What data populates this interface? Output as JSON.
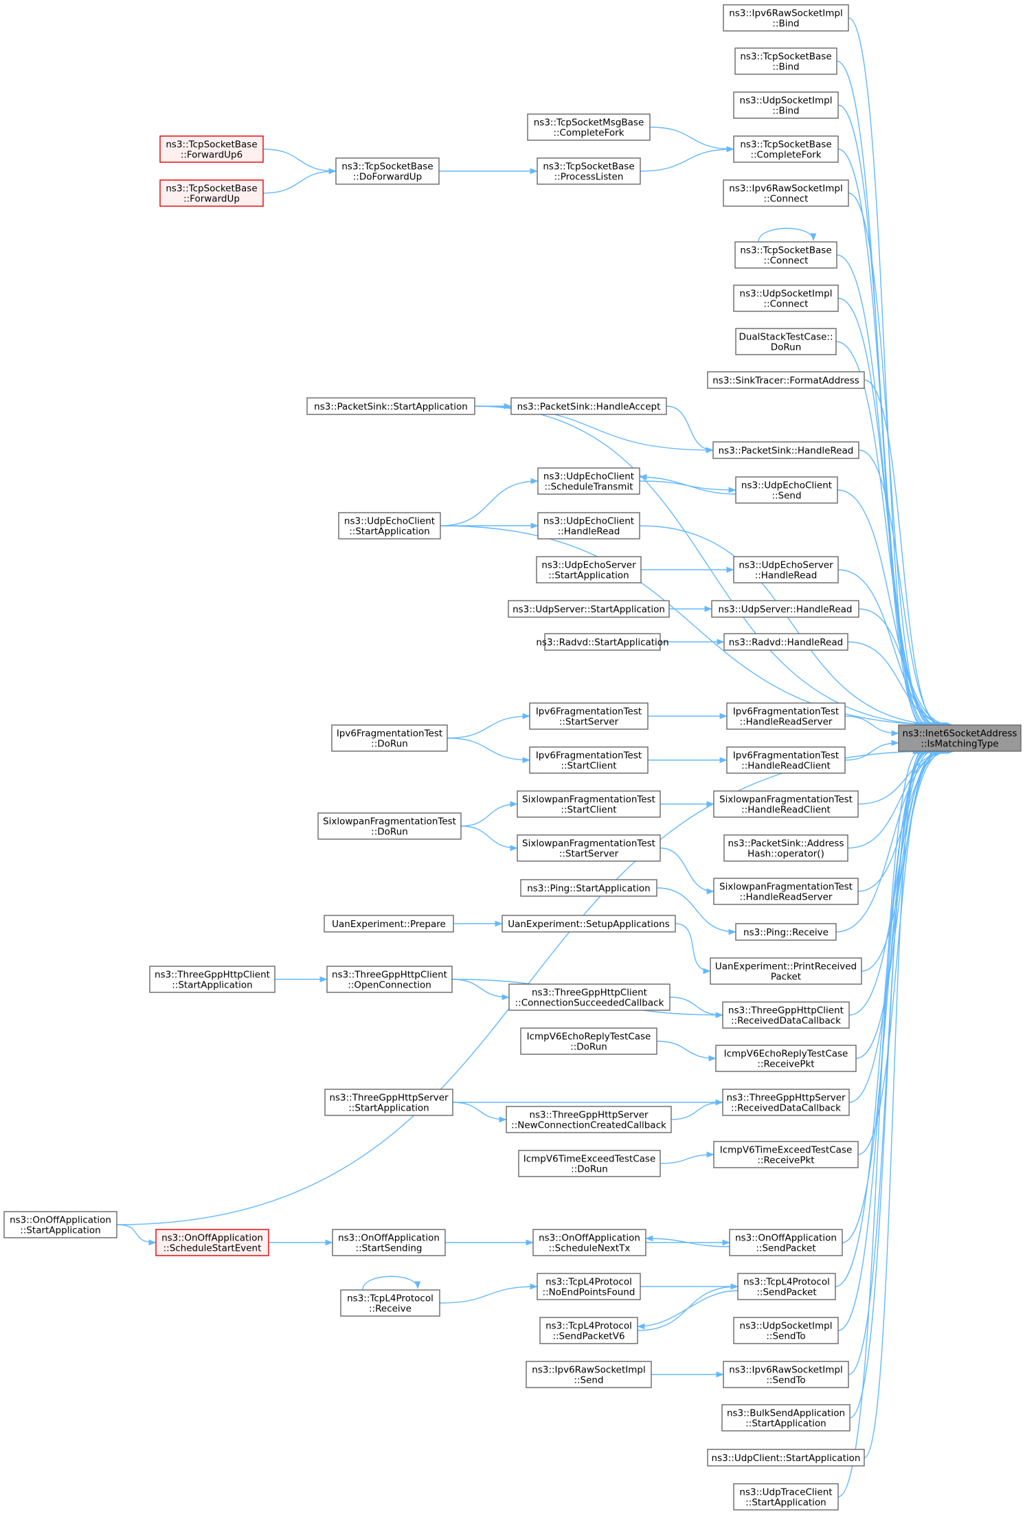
{
  "diagram": {
    "colors": {
      "edge": "#63b8ff",
      "node_border": "#666666",
      "node_fill": "#ffffff",
      "focus_fill": "#999999",
      "truncated_border": "#e00000",
      "truncated_fill": "#fff0f0"
    },
    "nodes": [
      {
        "id": "target",
        "lines": [
          "ns3::Inet6SocketAddress",
          "::IsMatchingType"
        ],
        "style": "focus"
      },
      {
        "id": "ipv6raw_bind",
        "lines": [
          "ns3::Ipv6RawSocketImpl",
          "::Bind"
        ],
        "style": "normal"
      },
      {
        "id": "tcpbase_bind",
        "lines": [
          "ns3::TcpSocketBase",
          "::Bind"
        ],
        "style": "normal"
      },
      {
        "id": "udpimpl_bind",
        "lines": [
          "ns3::UdpSocketImpl",
          "::Bind"
        ],
        "style": "normal"
      },
      {
        "id": "tcpbase_completefork",
        "lines": [
          "ns3::TcpSocketBase",
          "::CompleteFork"
        ],
        "style": "normal"
      },
      {
        "id": "tcpmsgbase_completefork",
        "lines": [
          "ns3::TcpSocketMsgBase",
          "::CompleteFork"
        ],
        "style": "normal"
      },
      {
        "id": "tcpbase_processlisten",
        "lines": [
          "ns3::TcpSocketBase",
          "::ProcessListen"
        ],
        "style": "normal"
      },
      {
        "id": "tcpbase_doforwardup",
        "lines": [
          "ns3::TcpSocketBase",
          "::DoForwardUp"
        ],
        "style": "normal"
      },
      {
        "id": "tcpbase_forwardup6",
        "lines": [
          "ns3::TcpSocketBase",
          "::ForwardUp6"
        ],
        "style": "red"
      },
      {
        "id": "tcpbase_forwardup",
        "lines": [
          "ns3::TcpSocketBase",
          "::ForwardUp"
        ],
        "style": "red"
      },
      {
        "id": "ipv6raw_connect",
        "lines": [
          "ns3::Ipv6RawSocketImpl",
          "::Connect"
        ],
        "style": "normal"
      },
      {
        "id": "tcpbase_connect",
        "lines": [
          "ns3::TcpSocketBase",
          "::Connect"
        ],
        "style": "normal"
      },
      {
        "id": "udpimpl_connect",
        "lines": [
          "ns3::UdpSocketImpl",
          "::Connect"
        ],
        "style": "normal"
      },
      {
        "id": "dualstack_dorun",
        "lines": [
          "DualStackTestCase::",
          "DoRun"
        ],
        "style": "normal"
      },
      {
        "id": "sinktracer_format",
        "lines": [
          "ns3::SinkTracer::FormatAddress"
        ],
        "style": "normal"
      },
      {
        "id": "packetsink_start",
        "lines": [
          "ns3::PacketSink::StartApplication"
        ],
        "style": "normal"
      },
      {
        "id": "packetsink_accept",
        "lines": [
          "ns3::PacketSink::HandleAccept"
        ],
        "style": "normal"
      },
      {
        "id": "packetsink_read",
        "lines": [
          "ns3::PacketSink::HandleRead"
        ],
        "style": "normal"
      },
      {
        "id": "udpechoclient_schedule",
        "lines": [
          "ns3::UdpEchoClient",
          "::ScheduleTransmit"
        ],
        "style": "normal"
      },
      {
        "id": "udpechoclient_send",
        "lines": [
          "ns3::UdpEchoClient",
          "::Send"
        ],
        "style": "normal"
      },
      {
        "id": "udpechoclient_start",
        "lines": [
          "ns3::UdpEchoClient",
          "::StartApplication"
        ],
        "style": "normal"
      },
      {
        "id": "udpechoclient_read",
        "lines": [
          "ns3::UdpEchoClient",
          "::HandleRead"
        ],
        "style": "normal"
      },
      {
        "id": "udpechoserver_start",
        "lines": [
          "ns3::UdpEchoServer",
          "::StartApplication"
        ],
        "style": "normal"
      },
      {
        "id": "udpechoserver_read",
        "lines": [
          "ns3::UdpEchoServer",
          "::HandleRead"
        ],
        "style": "normal"
      },
      {
        "id": "udpserver_start",
        "lines": [
          "ns3::UdpServer::StartApplication"
        ],
        "style": "normal"
      },
      {
        "id": "udpserver_read",
        "lines": [
          "ns3::UdpServer::HandleRead"
        ],
        "style": "normal"
      },
      {
        "id": "radvd_start",
        "lines": [
          "ns3::Radvd::StartApplication"
        ],
        "style": "normal"
      },
      {
        "id": "radvd_read",
        "lines": [
          "ns3::Radvd::HandleRead"
        ],
        "style": "normal"
      },
      {
        "id": "ipv6frag_dorun",
        "lines": [
          "Ipv6FragmentationTest",
          "::DoRun"
        ],
        "style": "normal"
      },
      {
        "id": "ipv6frag_startserver",
        "lines": [
          "Ipv6FragmentationTest",
          "::StartServer"
        ],
        "style": "normal"
      },
      {
        "id": "ipv6frag_startclient",
        "lines": [
          "Ipv6FragmentationTest",
          "::StartClient"
        ],
        "style": "normal"
      },
      {
        "id": "ipv6frag_readserver",
        "lines": [
          "Ipv6FragmentationTest",
          "::HandleReadServer"
        ],
        "style": "normal"
      },
      {
        "id": "ipv6frag_readclient",
        "lines": [
          "Ipv6FragmentationTest",
          "::HandleReadClient"
        ],
        "style": "normal"
      },
      {
        "id": "sixlowpan_dorun",
        "lines": [
          "SixlowpanFragmentationTest",
          "::DoRun"
        ],
        "style": "normal"
      },
      {
        "id": "sixlowpan_startclient",
        "lines": [
          "SixlowpanFragmentationTest",
          "::StartClient"
        ],
        "style": "normal"
      },
      {
        "id": "sixlowpan_startserver",
        "lines": [
          "SixlowpanFragmentationTest",
          "::StartServer"
        ],
        "style": "normal"
      },
      {
        "id": "sixlowpan_readclient",
        "lines": [
          "SixlowpanFragmentationTest",
          "::HandleReadClient"
        ],
        "style": "normal"
      },
      {
        "id": "sixlowpan_readserver",
        "lines": [
          "SixlowpanFragmentationTest",
          "::HandleReadServer"
        ],
        "style": "normal"
      },
      {
        "id": "packetsink_hash",
        "lines": [
          "ns3::PacketSink::Address",
          "Hash::operator()"
        ],
        "style": "normal"
      },
      {
        "id": "ping_start",
        "lines": [
          "ns3::Ping::StartApplication"
        ],
        "style": "normal"
      },
      {
        "id": "ping_receive",
        "lines": [
          "ns3::Ping::Receive"
        ],
        "style": "normal"
      },
      {
        "id": "uan_prepare",
        "lines": [
          "UanExperiment::Prepare"
        ],
        "style": "normal"
      },
      {
        "id": "uan_setup",
        "lines": [
          "UanExperiment::SetupApplications"
        ],
        "style": "normal"
      },
      {
        "id": "uan_printreceived",
        "lines": [
          "UanExperiment::PrintReceived",
          "Packet"
        ],
        "style": "normal"
      },
      {
        "id": "httpclient_start",
        "lines": [
          "ns3::ThreeGppHttpClient",
          "::StartApplication"
        ],
        "style": "normal"
      },
      {
        "id": "httpclient_open",
        "lines": [
          "ns3::ThreeGppHttpClient",
          "::OpenConnection"
        ],
        "style": "normal"
      },
      {
        "id": "httpclient_connsucceeded",
        "lines": [
          "ns3::ThreeGppHttpClient",
          "::ConnectionSucceededCallback"
        ],
        "style": "normal"
      },
      {
        "id": "httpclient_received",
        "lines": [
          "ns3::ThreeGppHttpClient",
          "::ReceivedDataCallback"
        ],
        "style": "normal"
      },
      {
        "id": "icmpecho_dorun",
        "lines": [
          "IcmpV6EchoReplyTestCase",
          "::DoRun"
        ],
        "style": "normal"
      },
      {
        "id": "icmpecho_receive",
        "lines": [
          "IcmpV6EchoReplyTestCase",
          "::ReceivePkt"
        ],
        "style": "normal"
      },
      {
        "id": "httpserver_start",
        "lines": [
          "ns3::ThreeGppHttpServer",
          "::StartApplication"
        ],
        "style": "normal"
      },
      {
        "id": "httpserver_newconn",
        "lines": [
          "ns3::ThreeGppHttpServer",
          "::NewConnectionCreatedCallback"
        ],
        "style": "normal"
      },
      {
        "id": "httpserver_received",
        "lines": [
          "ns3::ThreeGppHttpServer",
          "::ReceivedDataCallback"
        ],
        "style": "normal"
      },
      {
        "id": "icmptime_dorun",
        "lines": [
          "IcmpV6TimeExceedTestCase",
          "::DoRun"
        ],
        "style": "normal"
      },
      {
        "id": "icmptime_receive",
        "lines": [
          "IcmpV6TimeExceedTestCase",
          "::ReceivePkt"
        ],
        "style": "normal"
      },
      {
        "id": "onoff_start",
        "lines": [
          "ns3::OnOffApplication",
          "::StartApplication"
        ],
        "style": "normal"
      },
      {
        "id": "onoff_schedulestart",
        "lines": [
          "ns3::OnOffApplication",
          "::ScheduleStartEvent"
        ],
        "style": "red"
      },
      {
        "id": "onoff_startsending",
        "lines": [
          "ns3::OnOffApplication",
          "::StartSending"
        ],
        "style": "normal"
      },
      {
        "id": "onoff_schedulenext",
        "lines": [
          "ns3::OnOffApplication",
          "::ScheduleNextTx"
        ],
        "style": "normal"
      },
      {
        "id": "onoff_sendpacket",
        "lines": [
          "ns3::OnOffApplication",
          "::SendPacket"
        ],
        "style": "normal"
      },
      {
        "id": "tcpl4_receive",
        "lines": [
          "ns3::TcpL4Protocol",
          "::Receive"
        ],
        "style": "normal"
      },
      {
        "id": "tcpl4_noendpoints",
        "lines": [
          "ns3::TcpL4Protocol",
          "::NoEndPointsFound"
        ],
        "style": "normal"
      },
      {
        "id": "tcpl4_sendpacketv6",
        "lines": [
          "ns3::TcpL4Protocol",
          "::SendPacketV6"
        ],
        "style": "normal"
      },
      {
        "id": "tcpl4_sendpacket",
        "lines": [
          "ns3::TcpL4Protocol",
          "::SendPacket"
        ],
        "style": "normal"
      },
      {
        "id": "udpimpl_sendto",
        "lines": [
          "ns3::UdpSocketImpl",
          "::SendTo"
        ],
        "style": "normal"
      },
      {
        "id": "ipv6raw_send",
        "lines": [
          "ns3::Ipv6RawSocketImpl",
          "::Send"
        ],
        "style": "normal"
      },
      {
        "id": "ipv6raw_sendto",
        "lines": [
          "ns3::Ipv6RawSocketImpl",
          "::SendTo"
        ],
        "style": "normal"
      },
      {
        "id": "bulksend_start",
        "lines": [
          "ns3::BulkSendApplication",
          "::StartApplication"
        ],
        "style": "normal"
      },
      {
        "id": "udpclient_start",
        "lines": [
          "ns3::UdpClient::StartApplication"
        ],
        "style": "normal"
      },
      {
        "id": "udptrace_start",
        "lines": [
          "ns3::UdpTraceClient",
          "::StartApplication"
        ],
        "style": "normal"
      }
    ],
    "edges": [
      [
        "ipv6raw_bind",
        "target"
      ],
      [
        "tcpbase_bind",
        "target"
      ],
      [
        "udpimpl_bind",
        "target"
      ],
      [
        "tcpbase_completefork",
        "target"
      ],
      [
        "tcpmsgbase_completefork",
        "tcpbase_completefork"
      ],
      [
        "tcpbase_processlisten",
        "tcpbase_completefork"
      ],
      [
        "tcpbase_doforwardup",
        "tcpbase_processlisten"
      ],
      [
        "tcpbase_forwardup6",
        "tcpbase_doforwardup"
      ],
      [
        "tcpbase_forwardup",
        "tcpbase_doforwardup"
      ],
      [
        "ipv6raw_connect",
        "target"
      ],
      [
        "tcpbase_connect",
        "target"
      ],
      [
        "tcpbase_connect",
        "tcpbase_connect"
      ],
      [
        "udpimpl_connect",
        "target"
      ],
      [
        "dualstack_dorun",
        "target"
      ],
      [
        "sinktracer_format",
        "target"
      ],
      [
        "packetsink_start",
        "target"
      ],
      [
        "packetsink_start",
        "packetsink_accept"
      ],
      [
        "packetsink_start",
        "packetsink_read"
      ],
      [
        "packetsink_accept",
        "packetsink_read"
      ],
      [
        "packetsink_read",
        "target"
      ],
      [
        "udpechoclient_schedule",
        "udpechoclient_send"
      ],
      [
        "udpechoclient_send",
        "udpechoclient_schedule"
      ],
      [
        "udpechoclient_start",
        "udpechoclient_schedule"
      ],
      [
        "udpechoclient_send",
        "target"
      ],
      [
        "udpechoclient_start",
        "udpechoclient_read"
      ],
      [
        "udpechoclient_start",
        "target"
      ],
      [
        "udpechoclient_read",
        "target"
      ],
      [
        "udpechoserver_start",
        "udpechoserver_read"
      ],
      [
        "udpechoserver_read",
        "target"
      ],
      [
        "udpserver_start",
        "udpserver_read"
      ],
      [
        "udpserver_read",
        "target"
      ],
      [
        "radvd_start",
        "radvd_read"
      ],
      [
        "radvd_read",
        "target"
      ],
      [
        "ipv6frag_dorun",
        "ipv6frag_startserver"
      ],
      [
        "ipv6frag_dorun",
        "ipv6frag_startclient"
      ],
      [
        "ipv6frag_startserver",
        "ipv6frag_readserver"
      ],
      [
        "ipv6frag_startclient",
        "ipv6frag_readclient"
      ],
      [
        "ipv6frag_readserver",
        "target"
      ],
      [
        "ipv6frag_readclient",
        "target"
      ],
      [
        "sixlowpan_dorun",
        "sixlowpan_startclient"
      ],
      [
        "sixlowpan_dorun",
        "sixlowpan_startserver"
      ],
      [
        "sixlowpan_startclient",
        "sixlowpan_readclient"
      ],
      [
        "sixlowpan_startserver",
        "sixlowpan_readserver"
      ],
      [
        "sixlowpan_readclient",
        "target"
      ],
      [
        "sixlowpan_readserver",
        "target"
      ],
      [
        "packetsink_hash",
        "target"
      ],
      [
        "ping_start",
        "ping_receive"
      ],
      [
        "ping_receive",
        "target"
      ],
      [
        "uan_prepare",
        "uan_setup"
      ],
      [
        "uan_setup",
        "uan_printreceived"
      ],
      [
        "uan_printreceived",
        "target"
      ],
      [
        "httpclient_start",
        "httpclient_open"
      ],
      [
        "httpclient_open",
        "httpclient_connsucceeded"
      ],
      [
        "httpclient_open",
        "httpclient_received"
      ],
      [
        "httpclient_connsucceeded",
        "httpclient_received"
      ],
      [
        "httpclient_received",
        "target"
      ],
      [
        "icmpecho_dorun",
        "icmpecho_receive"
      ],
      [
        "icmpecho_receive",
        "target"
      ],
      [
        "httpserver_start",
        "httpserver_received"
      ],
      [
        "httpserver_start",
        "httpserver_newconn"
      ],
      [
        "httpserver_newconn",
        "httpserver_received"
      ],
      [
        "httpserver_received",
        "target"
      ],
      [
        "icmptime_dorun",
        "icmptime_receive"
      ],
      [
        "icmptime_receive",
        "target"
      ],
      [
        "onoff_start",
        "target"
      ],
      [
        "onoff_start",
        "onoff_schedulestart"
      ],
      [
        "onoff_schedulestart",
        "onoff_startsending"
      ],
      [
        "onoff_startsending",
        "onoff_schedulenext"
      ],
      [
        "onoff_schedulenext",
        "onoff_sendpacket"
      ],
      [
        "onoff_sendpacket",
        "onoff_schedulenext"
      ],
      [
        "onoff_sendpacket",
        "target"
      ],
      [
        "tcpl4_receive",
        "tcpl4_receive"
      ],
      [
        "tcpl4_receive",
        "tcpl4_noendpoints"
      ],
      [
        "tcpl4_noendpoints",
        "tcpl4_sendpacket"
      ],
      [
        "tcpl4_sendpacketv6",
        "tcpl4_sendpacket"
      ],
      [
        "tcpl4_sendpacket",
        "tcpl4_sendpacketv6"
      ],
      [
        "tcpl4_sendpacket",
        "target"
      ],
      [
        "udpimpl_sendto",
        "target"
      ],
      [
        "ipv6raw_send",
        "ipv6raw_sendto"
      ],
      [
        "ipv6raw_sendto",
        "target"
      ],
      [
        "bulksend_start",
        "target"
      ],
      [
        "udpclient_start",
        "target"
      ],
      [
        "udptrace_start",
        "target"
      ]
    ]
  }
}
